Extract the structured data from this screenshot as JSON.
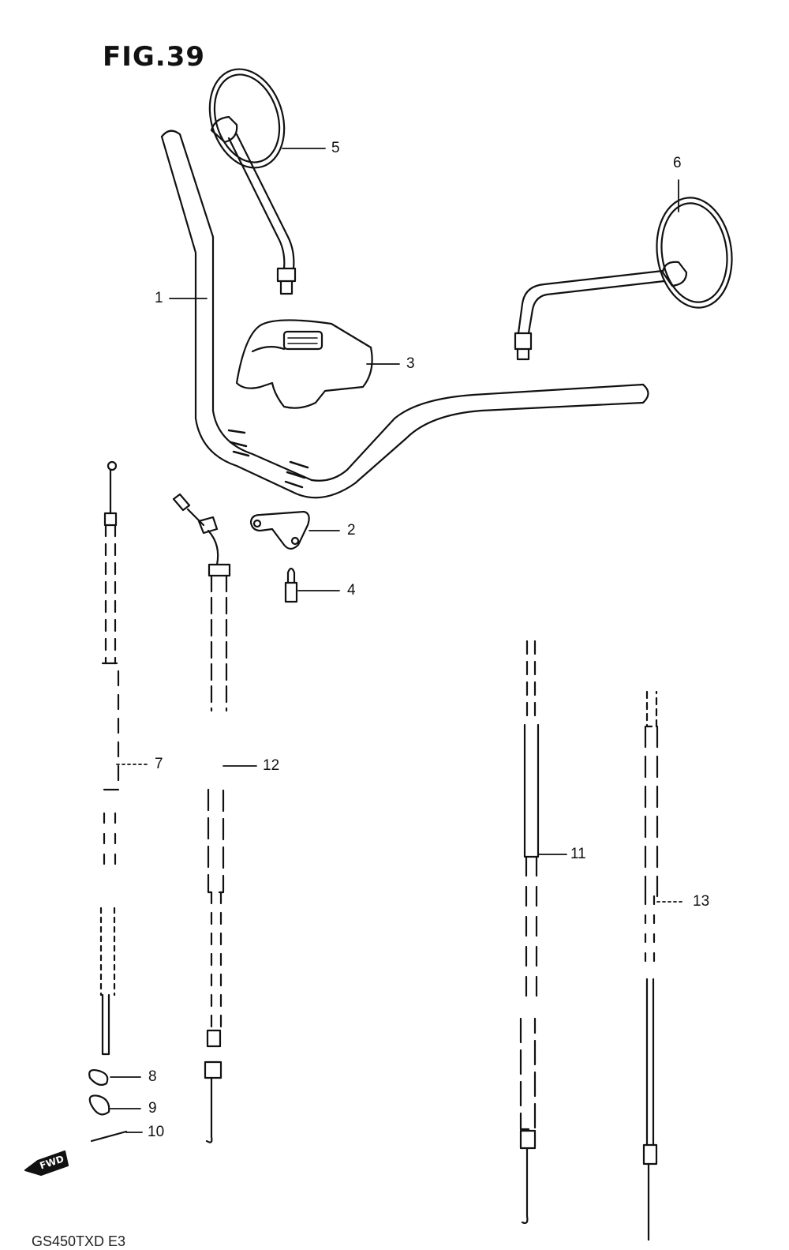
{
  "figure": {
    "title": "FIG.39",
    "footer_code": "GS450TXD E3",
    "direction_marker": "FWD"
  },
  "callouts": [
    {
      "id": "1",
      "label": "1"
    },
    {
      "id": "2",
      "label": "2"
    },
    {
      "id": "3",
      "label": "3"
    },
    {
      "id": "4",
      "label": "4"
    },
    {
      "id": "5",
      "label": "5"
    },
    {
      "id": "6",
      "label": "6"
    },
    {
      "id": "7",
      "label": "7"
    },
    {
      "id": "8",
      "label": "8"
    },
    {
      "id": "9",
      "label": "9"
    },
    {
      "id": "10",
      "label": "10"
    },
    {
      "id": "11",
      "label": "11"
    },
    {
      "id": "12",
      "label": "12"
    },
    {
      "id": "13",
      "label": "13"
    }
  ]
}
